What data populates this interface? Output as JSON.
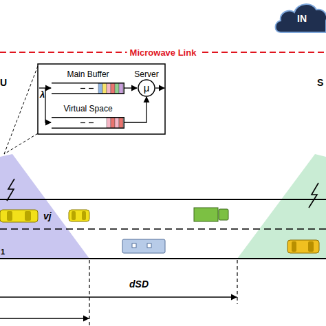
{
  "diagram": {
    "nodes": [
      {
        "text": [
          "IN"
        ]
      },
      {
        "text": [
          "Main Buffer"
        ]
      },
      {
        "text": [
          "Server",
          "μ"
        ]
      },
      {
        "text": [
          "Virtual Space"
        ]
      }
    ],
    "edges": [
      {
        "from": 1,
        "to": 2,
        "arrow": "to"
      },
      {
        "from": 3,
        "to": 2,
        "arrow": "to"
      }
    ],
    "labels": [
      "Microwave Link",
      "U",
      "S",
      "λ",
      "vj",
      "1",
      "dSD"
    ]
  }
}
